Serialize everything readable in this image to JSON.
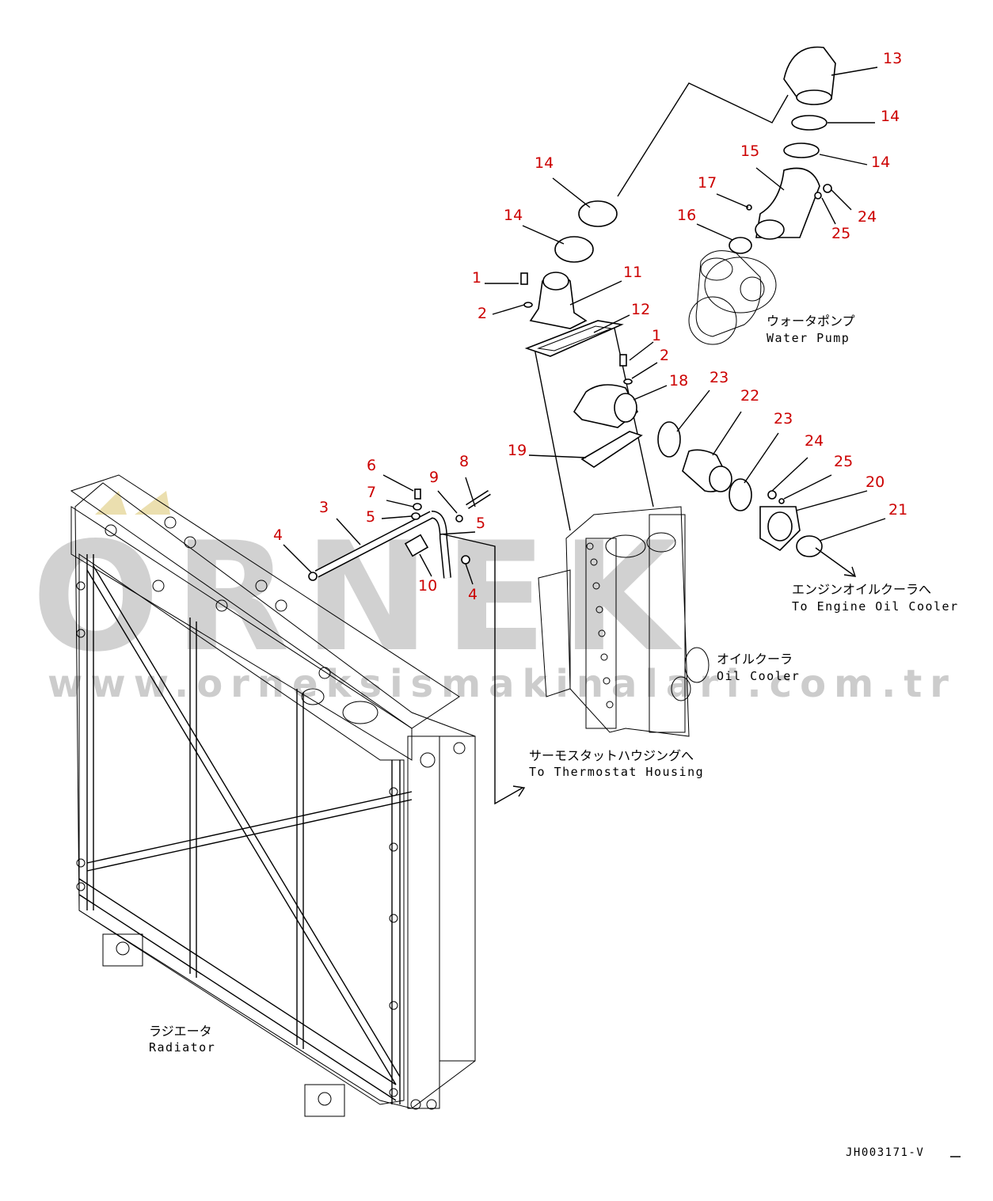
{
  "watermark": {
    "logo_text": "ORNEK",
    "url": "www.orneksismakinalari.com.tr"
  },
  "reference_code": "JH003171-V",
  "labels": {
    "water_pump_jp": "ウォータポンプ",
    "water_pump_en": "Water Pump",
    "engine_oil_cooler_jp": "エンジンオイルクーラへ",
    "engine_oil_cooler_en": "To Engine Oil Cooler",
    "oil_cooler_jp": "オイルクーラ",
    "oil_cooler_en": "Oil Cooler",
    "thermostat_jp": "サーモスタットハウジングへ",
    "thermostat_en": "To Thermostat Housing",
    "radiator_jp": "ラジエータ",
    "radiator_en": "Radiator"
  },
  "callouts": {
    "c13": "13",
    "c14a": "14",
    "c14b": "14",
    "c15": "15",
    "c14c": "14",
    "c17": "17",
    "c24a": "24",
    "c16": "16",
    "c25a": "25",
    "c14d": "14",
    "c1a": "1",
    "c11": "11",
    "c2a": "2",
    "c12": "12",
    "c1b": "1",
    "c2b": "2",
    "c18": "18",
    "c23a": "23",
    "c22": "22",
    "c23b": "23",
    "c24b": "24",
    "c25b": "25",
    "c20": "20",
    "c21": "21",
    "c19": "19",
    "c6": "6",
    "c8": "8",
    "c9": "9",
    "c7": "7",
    "c3": "3",
    "c5a": "5",
    "c5b": "5",
    "c4a": "4",
    "c10": "10",
    "c4b": "4"
  }
}
